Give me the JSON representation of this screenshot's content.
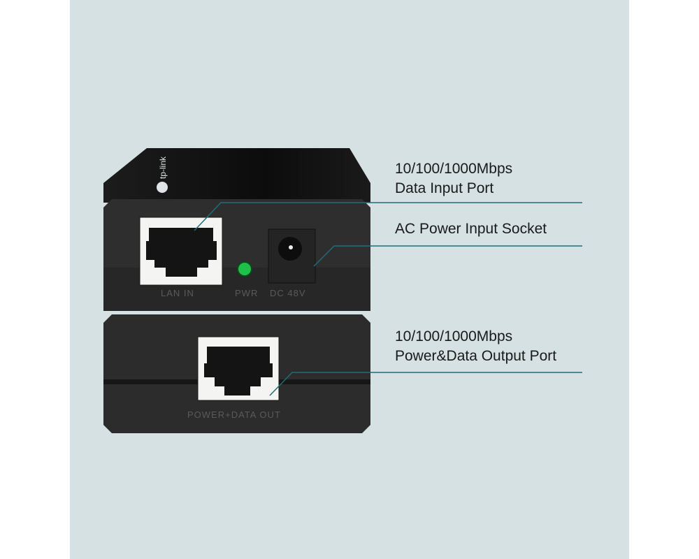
{
  "device": {
    "brand_logo": "tp-link",
    "port_labels": {
      "lan_in": "LAN IN",
      "pwr": "PWR",
      "dc": "DC 48V",
      "out": "POWER+DATA OUT"
    },
    "led_color": "#1fbf4a",
    "body_color": "#2b2b2b"
  },
  "callouts": [
    {
      "line1": "10/100/1000Mbps",
      "line2": "Data Input Port"
    },
    {
      "line1": "AC Power Input Socket",
      "line2": ""
    },
    {
      "line1": "10/100/1000Mbps",
      "line2": "Power&Data Output Port"
    }
  ],
  "colors": {
    "background": "#d6e1e3",
    "callout_line": "#1d6e7a"
  }
}
